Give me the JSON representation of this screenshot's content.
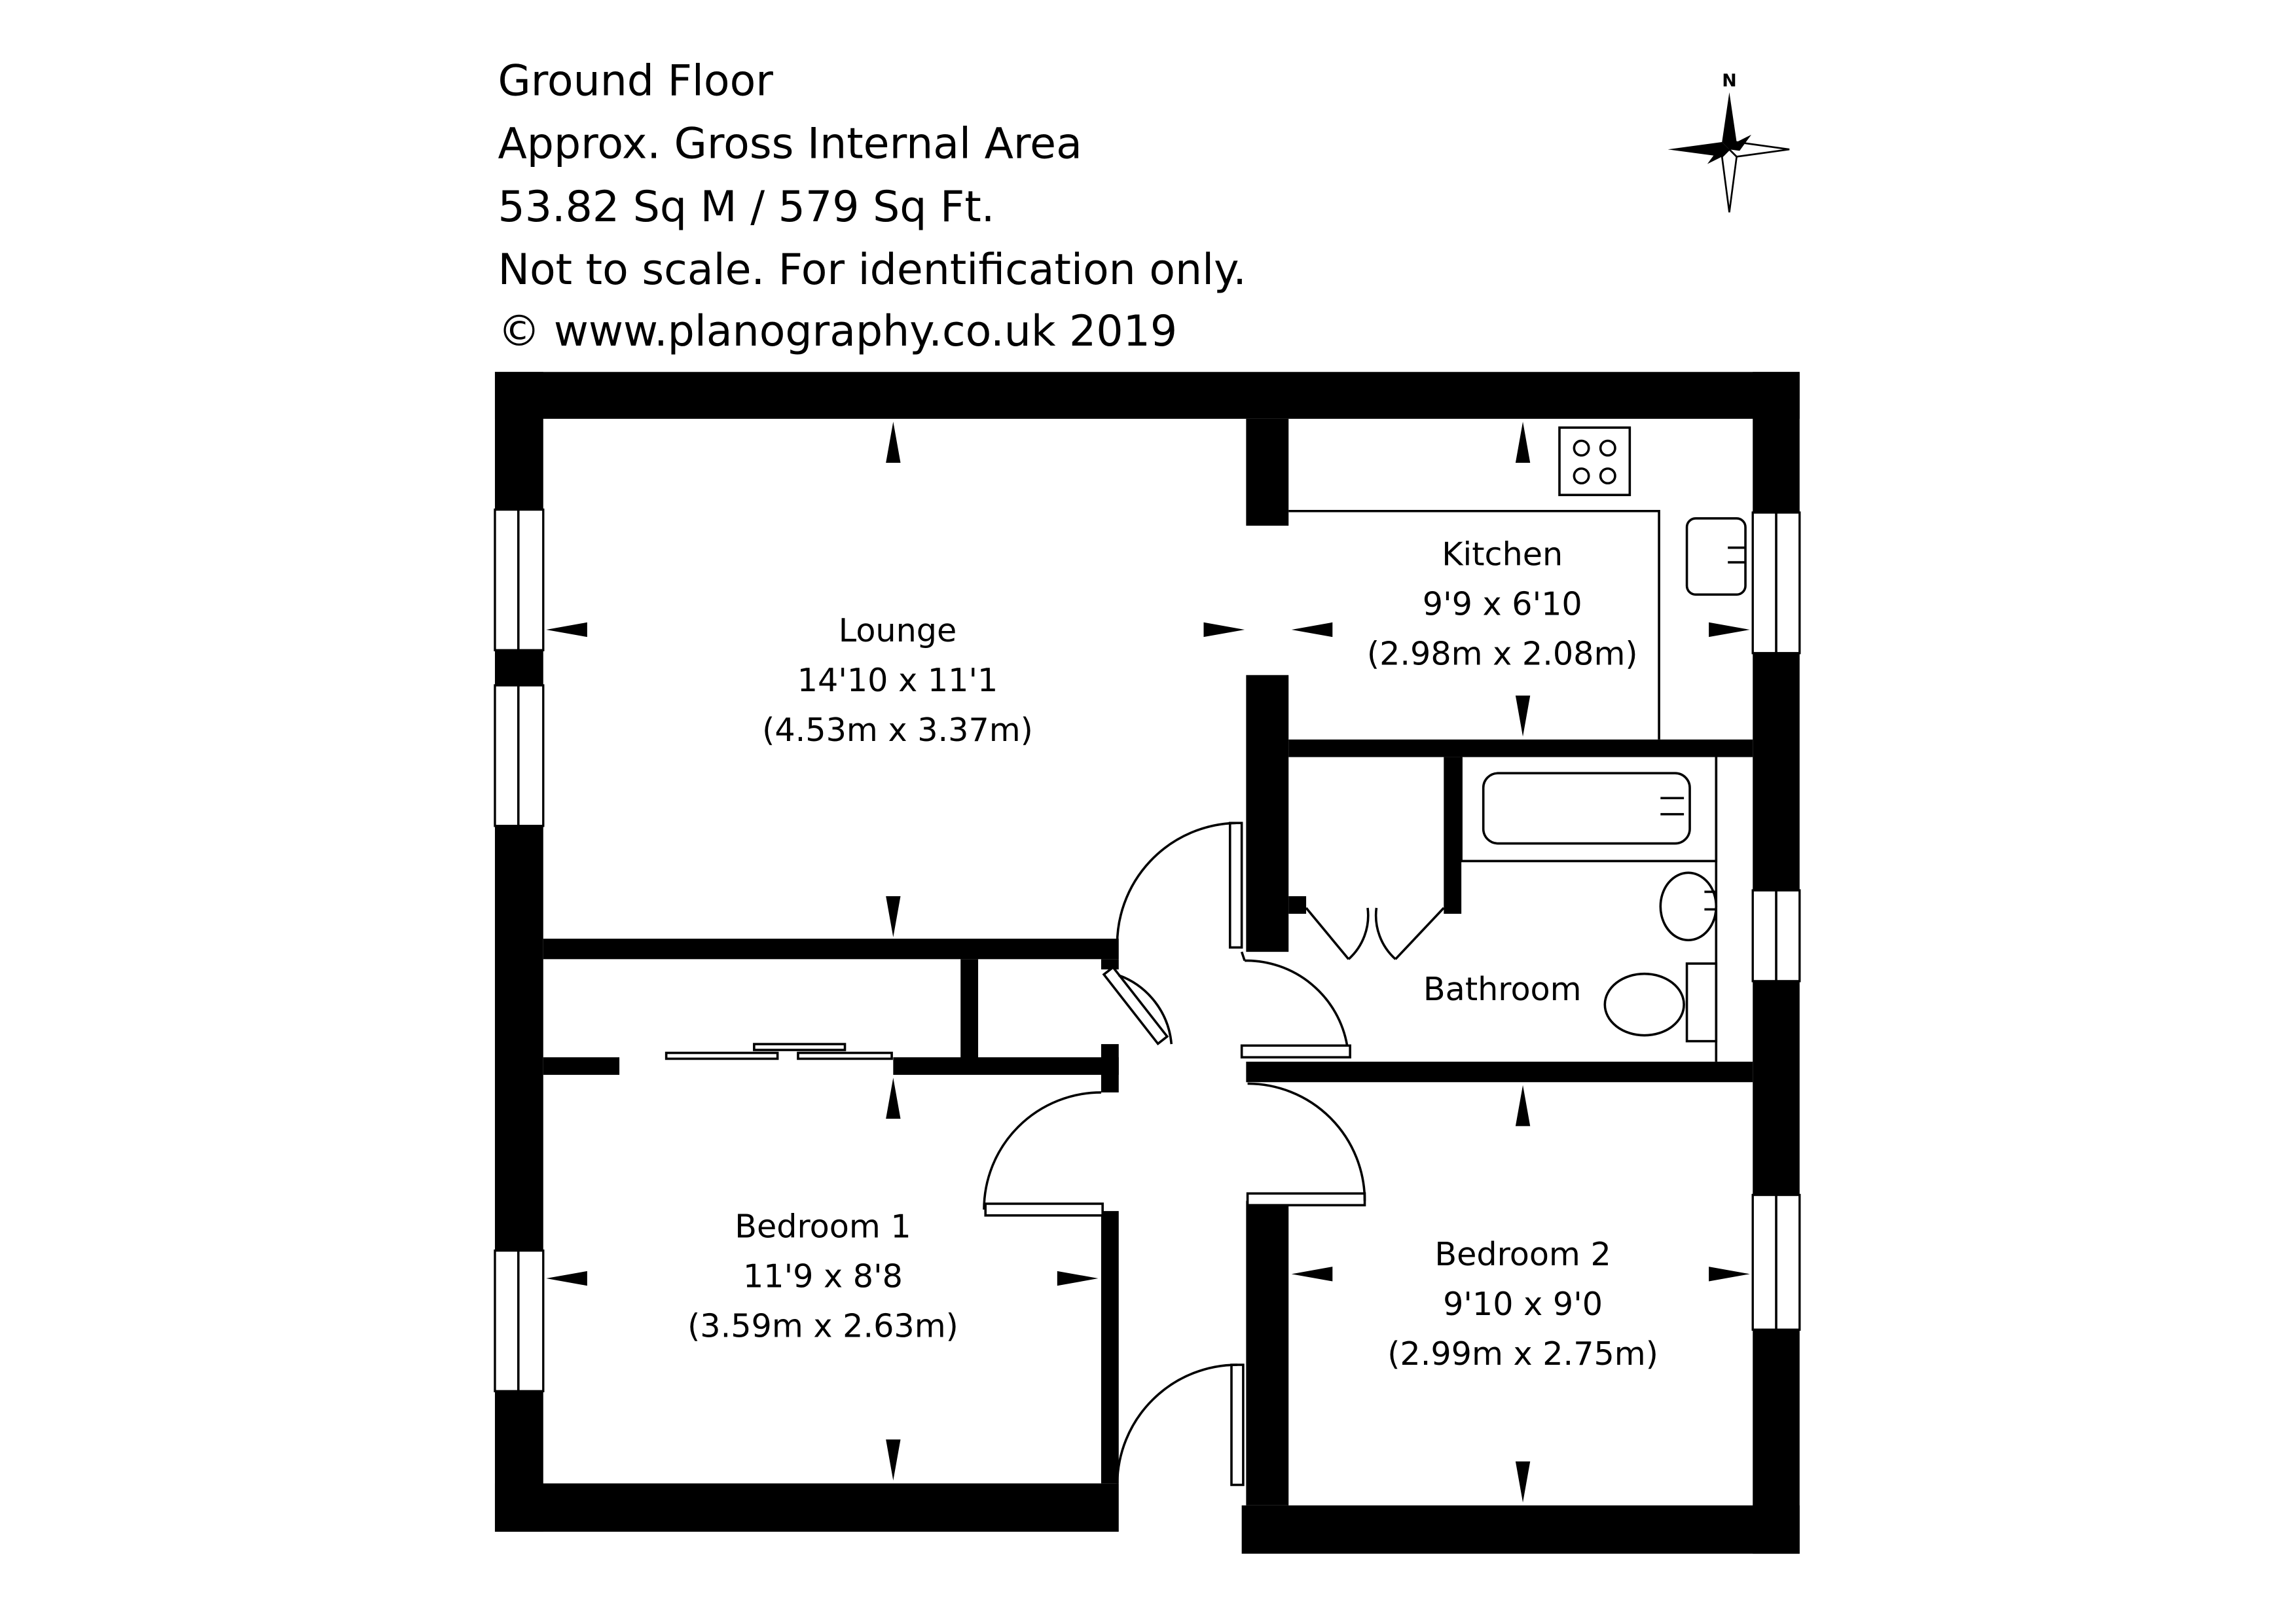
{
  "header": {
    "lines": [
      "Ground Floor",
      "Approx. Gross Internal Area",
      "53.82 Sq M / 579 Sq Ft.",
      "Not to scale. For identification only.",
      "© www.planography.co.uk 2019"
    ]
  },
  "compass": {
    "label": "N",
    "icon": "compass-rose-icon"
  },
  "rooms": [
    {
      "id": "lounge",
      "name": "Lounge",
      "size_imperial": "14'10 x 11'1",
      "size_metric": "(4.53m x 3.37m)"
    },
    {
      "id": "kitchen",
      "name": "Kitchen",
      "size_imperial": "9'9 x 6'10",
      "size_metric": "(2.98m x 2.08m)"
    },
    {
      "id": "bathroom",
      "name": "Bathroom"
    },
    {
      "id": "bedroom1",
      "name": "Bedroom 1",
      "size_imperial": "11'9 x 8'8",
      "size_metric": "(3.59m x 2.63m)"
    },
    {
      "id": "bedroom2",
      "name": "Bedroom 2",
      "size_imperial": "9'10 x 9'0",
      "size_metric": "(2.99m x 2.75m)"
    }
  ],
  "fixtures": [
    "hob-icon",
    "sink-icon",
    "bath-icon",
    "basin-icon",
    "toilet-icon"
  ],
  "colors": {
    "wall": "#000000",
    "background": "#ffffff"
  }
}
